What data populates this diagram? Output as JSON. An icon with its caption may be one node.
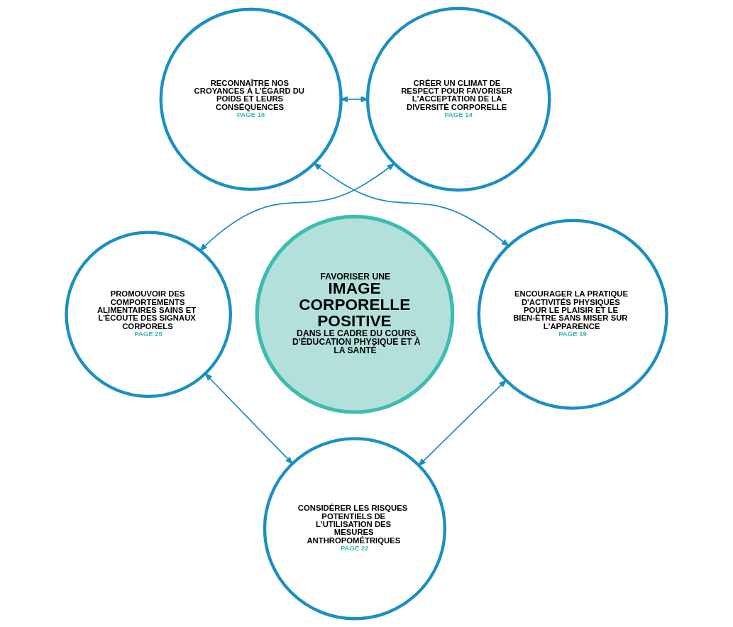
{
  "diagram": {
    "nodes": [
      {
        "text": [
          "FAVORISER UNE",
          "IMAGE CORPORELLE POSITIVE",
          "DANS LE CADRE DU COURS D'ÉDUCATION PHYSIQUE ET À LA SANTÉ"
        ]
      },
      {
        "text": [
          "CRÉER UN CLIMAT DE RESPECT POUR FAVORISER L'ACCEPTATION DE LA DIVERSITÉ CORPORELLE",
          "PAGE 14"
        ]
      },
      {
        "text": [
          "RECONNAÎTRE NOS CROYANCES À L'ÉGARD DU POIDS ET LEURS CONSÉQUENCES",
          "PAGE 16"
        ]
      },
      {
        "text": [
          "PROMOUVOIR DES COMPORTEMENTS ALIMENTAIRES SAINS ET L'ÉCOUTE DES SIGNAUX CORPORELS",
          "PAGE 25"
        ]
      },
      {
        "text": [
          "ENCOURAGER LA PRATIQUE D'ACTIVITÉS PHYSIQUES POUR LE PLAISIR ET LE BIEN-ÊTRE SANS MISER SUR L'APPARENCE",
          "PAGE 19"
        ]
      },
      {
        "text": [
          "CONSIDÉRER LES RISQUES POTENTIELS DE L'UTILISATION DES MESURES ANTHROPOMÉTRIQUES",
          "PAGE 22"
        ]
      }
    ],
    "edges": [
      {
        "from": 1,
        "to": 2,
        "arrow": "both"
      },
      {
        "from": 2,
        "to": 4,
        "arrow": "both"
      },
      {
        "from": 4,
        "to": 5,
        "arrow": "both"
      },
      {
        "from": 5,
        "to": 3,
        "arrow": "both"
      },
      {
        "from": 3,
        "to": 1,
        "arrow": "both"
      }
    ]
  }
}
